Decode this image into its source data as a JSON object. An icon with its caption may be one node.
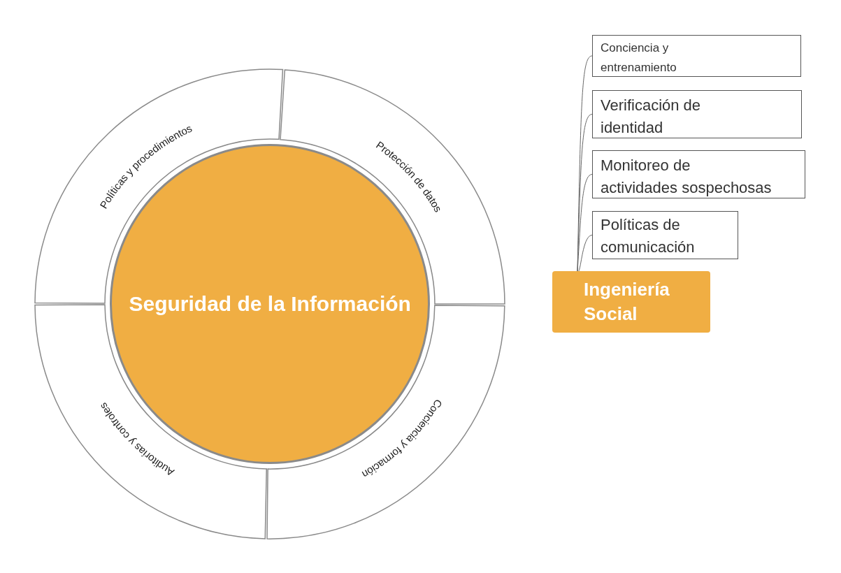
{
  "diagram": {
    "nodes": [
      {
        "text": [
          "Seguridad de la Información"
        ]
      },
      {
        "text": [
          "Políticas y procedimientos"
        ]
      },
      {
        "text": [
          "Protección de datos"
        ]
      },
      {
        "text": [
          "Conciencia y formación"
        ]
      },
      {
        "text": [
          "Auditorías y controles"
        ]
      },
      {
        "text": [
          "Ingeniería Social"
        ]
      },
      {
        "text": [
          "Conciencia y entrenamiento"
        ]
      },
      {
        "text": [
          "Verificación de identidad"
        ]
      },
      {
        "text": [
          "Monitoreo de actividades sospechosas"
        ]
      },
      {
        "text": [
          "Políticas de comunicación"
        ]
      }
    ],
    "edges": [
      {
        "from": 5,
        "to": 6,
        "arrow": "none"
      },
      {
        "from": 5,
        "to": 7,
        "arrow": "none"
      },
      {
        "from": 5,
        "to": 8,
        "arrow": "none"
      },
      {
        "from": 5,
        "to": 9,
        "arrow": "none"
      }
    ]
  }
}
